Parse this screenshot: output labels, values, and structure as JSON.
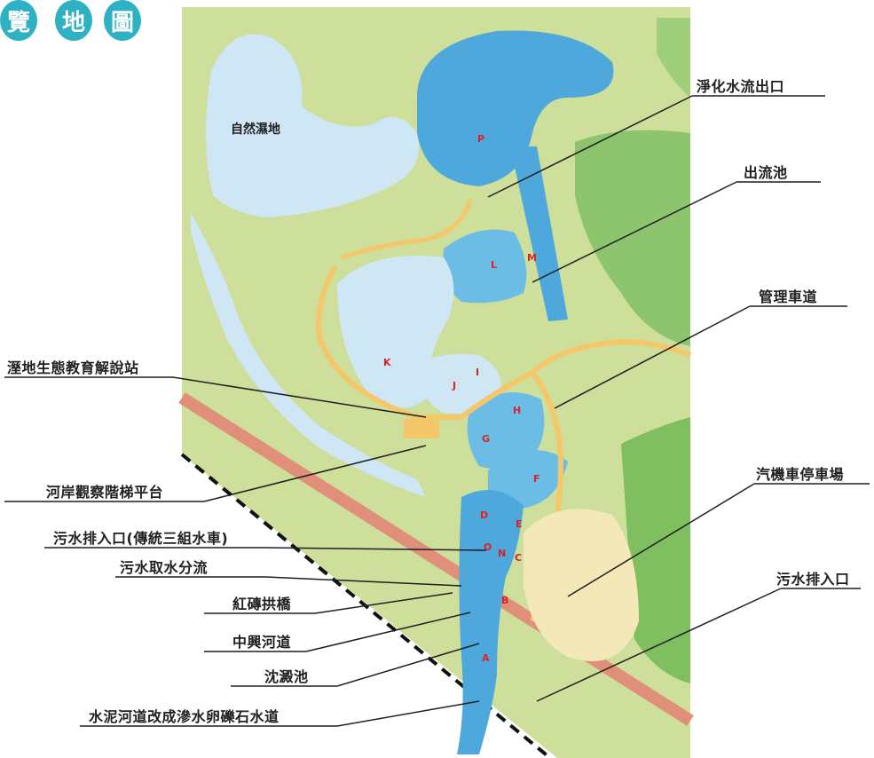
{
  "title": [
    "覽",
    "地",
    "圖"
  ],
  "colors": {
    "title_circle": "#2fb1c4",
    "land": "#cddf9a",
    "forest": "#7fbf5f",
    "water_light": "#cfe6f5",
    "water": "#4fa8dc",
    "road": "#f3c76a",
    "rail": "#e0907a",
    "parking": "#f4e8b8",
    "zone_letter": "#d8232a"
  },
  "map": {
    "natural_wetland": "自然濕地",
    "zones": [
      "P",
      "L",
      "M",
      "K",
      "J",
      "I",
      "H",
      "G",
      "F",
      "E",
      "D",
      "O",
      "N",
      "C",
      "B",
      "A"
    ]
  },
  "callouts": [
    {
      "id": "purified_outlet",
      "text": "淨化水流出口",
      "side": "right"
    },
    {
      "id": "outflow_pond",
      "text": "出流池",
      "side": "right"
    },
    {
      "id": "service_road",
      "text": "管理車道",
      "side": "right"
    },
    {
      "id": "wetland_education_center",
      "text": "溼地生態教育解說站",
      "side": "left"
    },
    {
      "id": "riverside_platform",
      "text": "河岸觀察階梯平台",
      "side": "left"
    },
    {
      "id": "parking_lot",
      "text": "汽機車停車場",
      "side": "right"
    },
    {
      "id": "sewage_inlet_waterwheel",
      "text": "污水排入口(傳統三組水車)",
      "side": "left"
    },
    {
      "id": "sewage_diversion",
      "text": "污水取水分流",
      "side": "left"
    },
    {
      "id": "red_brick_bridge",
      "text": "紅磚拱橋",
      "side": "left"
    },
    {
      "id": "sewage_inlet",
      "text": "污水排入口",
      "side": "right"
    },
    {
      "id": "zhongxing_channel",
      "text": "中興河道",
      "side": "left"
    },
    {
      "id": "settling_pond",
      "text": "沈澱池",
      "side": "left"
    },
    {
      "id": "cobble_channel",
      "text": "水泥河道改成滲水卵礫石水道",
      "side": "left"
    }
  ]
}
